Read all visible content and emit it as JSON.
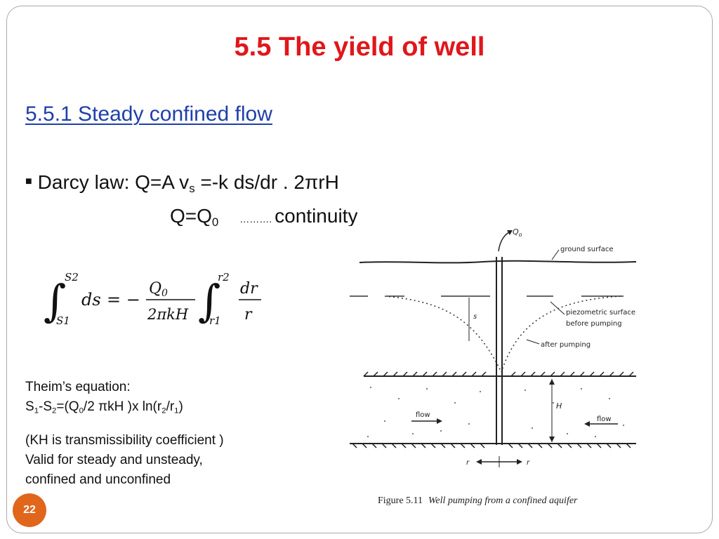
{
  "slide": {
    "title": "5.5 The yield of well",
    "subtitle": "5.5.1 Steady confined flow",
    "page_number": "22"
  },
  "bullet": {
    "marker": "■",
    "darcy_prefix": "Darcy law: Q=A v",
    "darcy_sub": "s",
    "darcy_suffix": " =-k ds/dr . 2πrH",
    "q_main": "Q=Q",
    "q_sub": "0",
    "dots": "……….",
    "continuity": "continuity"
  },
  "equation": {
    "upper_s": "S2",
    "lower_s": "S1",
    "ds": "ds",
    "equals_minus": "= −",
    "numerator": "Q",
    "numerator_sub": "0",
    "denominator": "2πkH",
    "upper_r": "r2",
    "lower_r": "r1",
    "dr": "dr",
    "r": "r"
  },
  "text": {
    "theim_label": "Theim’s  equation:",
    "s1": "S",
    "s1_sub": "1",
    "dash": "-S",
    "s2_sub": "2",
    "eq_part1": "=(Q",
    "q0_sub": "0",
    "eq_part2": "/2 πkH )x ln(r",
    "r2_sub": "2",
    "eq_part3": "/r",
    "r1_sub": "1",
    "eq_part4": ")",
    "kh_note": "(KH is transmissibility coefficient )",
    "valid1": "Valid for steady and unsteady,",
    "valid2": "confined and unconfined"
  },
  "figure": {
    "q0_label": "Q",
    "q0_sub": "o",
    "ground_surface": "ground  surface",
    "piezo1": "piezometric   surface",
    "piezo2": "before  pumping",
    "after_pumping": "after pumping",
    "s_label": "s",
    "h_label": "H",
    "flow_left": "flow",
    "flow_right": "flow",
    "r_left": "r",
    "r_right": "r",
    "caption_label": "Figure 5.11",
    "caption_text": "Well pumping from a confined aquifer"
  },
  "colors": {
    "title": "#e0171b",
    "subtitle": "#1f3fa8",
    "badge": "#e0661c"
  }
}
